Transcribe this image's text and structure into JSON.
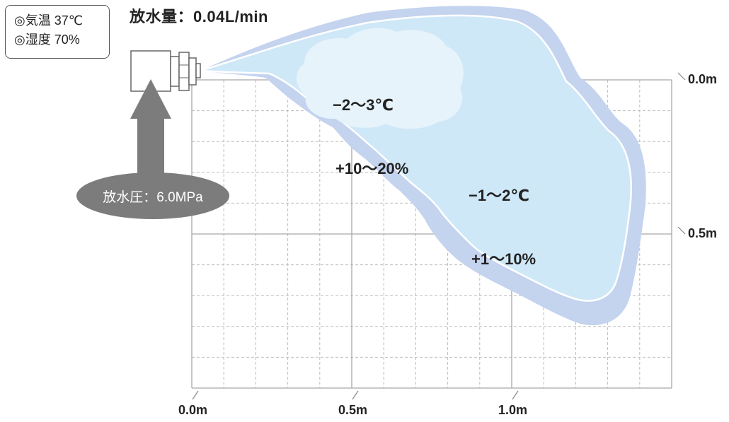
{
  "conditions": {
    "temperature": "◎気温 37℃",
    "humidity": "◎湿度 70%"
  },
  "flow_rate": "放水量：0.04L/min",
  "pressure": "放水圧：6.0MPa",
  "zones": {
    "inner": {
      "line1": "−2～3℃",
      "line2": "+10～20%"
    },
    "outer": {
      "line1": "−1～2℃",
      "line2": "+1～10%"
    }
  },
  "axis": {
    "x_ticks": [
      "0.0m",
      "0.5m",
      "1.0m"
    ],
    "y_ticks": [
      "0.0m",
      "0.5m"
    ]
  },
  "colors": {
    "outer_cloud": "#c4d3ee",
    "middle_cloud": "#cfe8f8",
    "inner_cloud": "#e6f3fb",
    "nozzle": "#8a8a8a",
    "arrow": "#7c7c7c",
    "grid": "#bdbdbd",
    "grid_major": "#9a9a9a"
  }
}
